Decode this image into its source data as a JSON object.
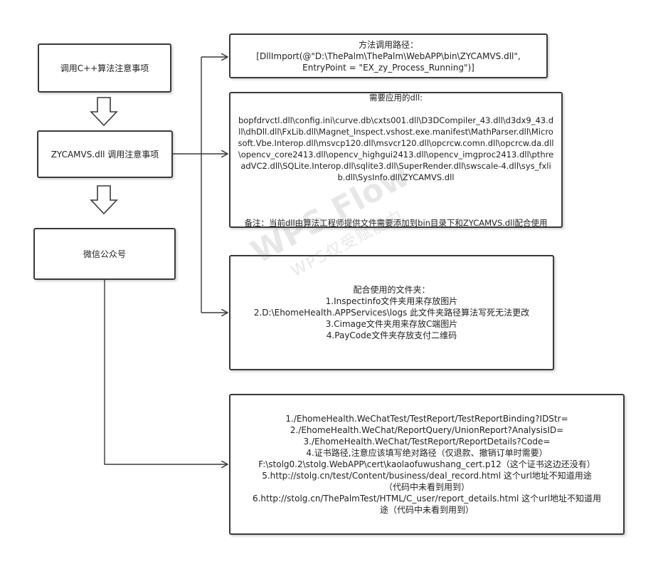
{
  "nodes": {
    "cpp_notes": "调用C++算法注意事项",
    "zycamvs_notes": "ZYCAMVS.dll 调用注意事项",
    "wechat": "微信公众号",
    "call_path": "方法调用路径：\n[DllImport(@\"D:\\ThePalm\\ThePalm\\WebAPP\\bin\\ZYCAMVS.dll\",\nEntryPoint = \"EX_zy_Process_Running\")]",
    "dll_list_title": "需要应用的dll:",
    "dll_list": "bopfdrvctl.dll\\config.ini\\curve.db\\cxts001.dll\\D3DCompiler_43.dll\\d3dx9_43.dll\\dhDll.dll\\FxLib.dll\\Magnet_Inspect.vshost.exe.manifest\\MathParser.dll\\Microsoft.Vbe.Interop.dll\\msvcp120.dll\\msvcr120.dll\\opcrcw.comn.dll\\opcrcw.da.dll\\opencv_core2413.dll\\opencv_highgui2413.dll\\opencv_imgproc2413.dll\\pthreadVC2.dll\\SQLite.Interop.dll\\sqlite3.dll\\SuperRender.dll\\swscale-4.dll\\sys_fxlib.dll\\SysInfo.dll\\ZYCAMVS.dll",
    "dll_note": "备注：当前dll由算法工程师提供文件需要添加到bin目录下和ZYCAMVS.dll配合使用",
    "folders": "配合使用的文件夹：\n1.Inspectinfo文件夹用来存放图片\n2.D:\\EhomeHealth.APPServices\\logs  此文件夹路径算法写死无法更改\n3.Cimage文件夹用来存放C端图片\n4.PayCode文件夹存放支付二维码",
    "urls": "1./EhomeHealth.WeChatTest/TestReport/TestReportBinding?IDStr=\n2./EhomeHealth.WeChat/ReportQuery/UnionReport?AnalysisID=\n3./EhomeHealth.WeChat/TestReport/ReportDetails?Code=\n4.证书路径,注意应该填写绝对路径（仅退款、撤销订单时需要）\nF:\\stolg0.2\\stolg.WebAPP\\cert\\kaolaofuwushang_cert.p12（这个证书这边还没有）\n5.http://stolg.cn/test/Content/business/deal_record.html 这个url地址不知道用途\n（代码中未看到用到）\n6.http://stolg.cn/ThePalmTest/HTML/C_user/report_details.html 这个url地址不知道用\n途（代码中未看到用到）"
  },
  "watermark": {
    "line1": "WPS Flow",
    "line2": "WPS仅受赋能力"
  },
  "colors": {
    "border": "#3a3a3a",
    "text": "#222222"
  }
}
